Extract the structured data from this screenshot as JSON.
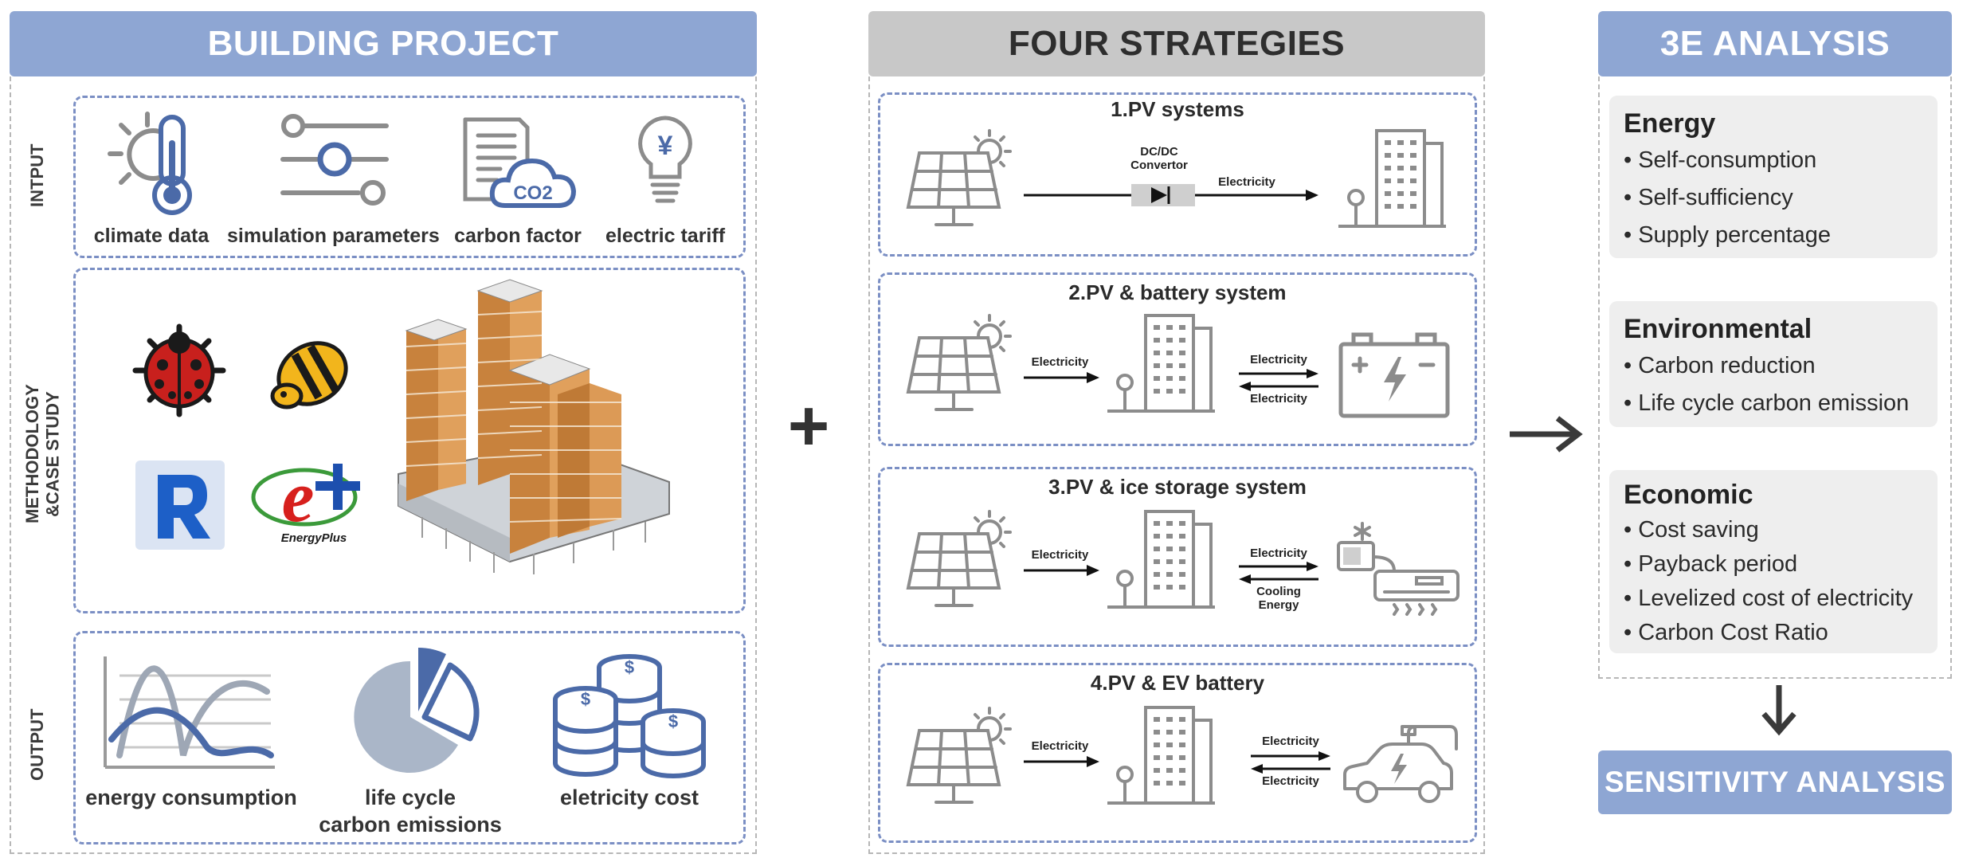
{
  "panels": {
    "building": {
      "header": "BUILDING PROJECT",
      "input_label": "INTPUT",
      "input_items": [
        "climate data",
        "simulation parameters",
        "carbon factor",
        "electric tariff"
      ],
      "co2_label": "CO2",
      "yen_symbol": "¥",
      "method_label": "METHODOLOGY\n&CASE STUDY",
      "energyplus_label": "EnergyPlus",
      "output_label": "OUTPUT",
      "output_items": [
        "energy consumption",
        "life cycle\ncarbon emissions",
        "eletricity cost"
      ],
      "dollar": "$"
    },
    "plus_symbol": "+",
    "strategies": {
      "header": "FOUR STRATEGIES",
      "items": [
        {
          "title": "1.PV systems",
          "converter": "DC/DC\nConvertor",
          "flow": "Electricity"
        },
        {
          "title": "2.PV & battery system",
          "flow": "Electricity",
          "exchange_top": "Electricity",
          "exchange_bottom": "Electricity"
        },
        {
          "title": "3.PV & ice storage system",
          "flow": "Electricity",
          "exchange_top": "Electricity",
          "exchange_bottom": "Cooling\nEnergy"
        },
        {
          "title": "4.PV & EV battery",
          "flow": "Electricity",
          "exchange_top": "Electricity",
          "exchange_bottom": "Electricity"
        }
      ]
    },
    "analysis": {
      "header": "3E ANALYSIS",
      "groups": [
        {
          "title": "Energy",
          "items": [
            "• Self-consumption",
            "• Self-sufficiency",
            "• Supply percentage"
          ]
        },
        {
          "title": "Environmental",
          "items": [
            "• Carbon reduction",
            "• Life cycle carbon emission"
          ]
        },
        {
          "title": "Economic",
          "items": [
            "• Cost saving",
            "• Payback period",
            "• Levelized cost of electricity",
            "• Carbon Cost Ratio"
          ]
        }
      ],
      "sensitivity": "SENSITIVITY ANALYSIS"
    }
  },
  "colors": {
    "header_blue": "#8ea6d3",
    "header_gray": "#c8c8c8",
    "icon_blue": "#4b6aa8",
    "icon_gray": "#8c8c8c",
    "dash_blue": "#7b8fc4"
  }
}
